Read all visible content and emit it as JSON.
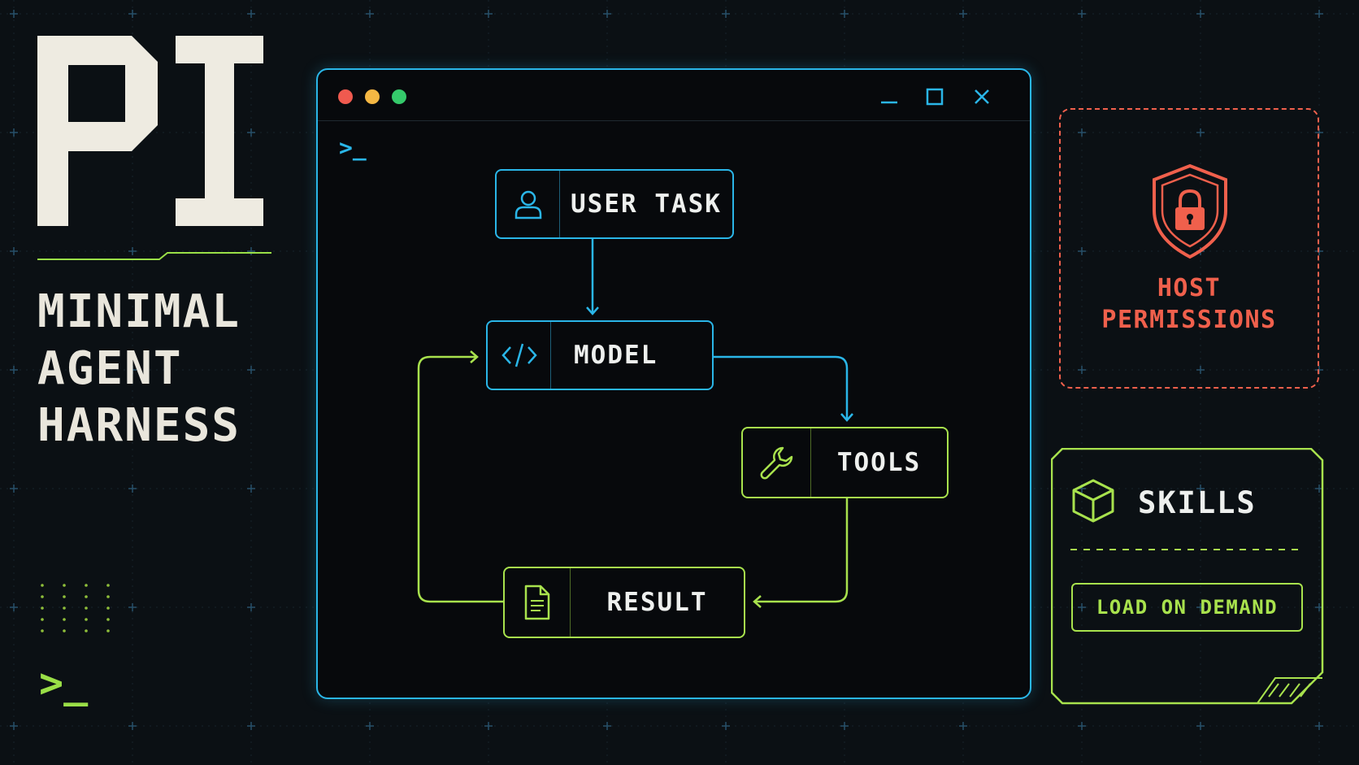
{
  "logo": {
    "text": "PI"
  },
  "title_lines": [
    "MINIMAL",
    "AGENT",
    "HARNESS"
  ],
  "left_prompt": {
    "symbol": ">",
    "cursor": "_"
  },
  "window": {
    "prompt": ">_",
    "traffic_lights": [
      "#f05a4f",
      "#f5b743",
      "#35c96b"
    ],
    "controls": {
      "minimize": "—",
      "maximize": "□",
      "close": "✕"
    }
  },
  "flow": {
    "nodes": [
      {
        "id": "user_task",
        "label": "USER TASK",
        "icon": "user-icon",
        "color": "#2ab6e8"
      },
      {
        "id": "model",
        "label": "MODEL",
        "icon": "code-icon",
        "color": "#2ab6e8"
      },
      {
        "id": "tools",
        "label": "TOOLS",
        "icon": "wrench-icon",
        "color": "#a8e24d"
      },
      {
        "id": "result",
        "label": "RESULT",
        "icon": "document-icon",
        "color": "#a8e24d"
      }
    ],
    "edges": [
      {
        "from": "user_task",
        "to": "model",
        "color": "#2ab6e8"
      },
      {
        "from": "model",
        "to": "tools",
        "color": "#2ab6e8"
      },
      {
        "from": "tools",
        "to": "result",
        "color": "#a8e24d"
      },
      {
        "from": "result",
        "to": "model",
        "color": "#a8e24d"
      }
    ]
  },
  "host": {
    "line1": "HOST",
    "line2": "PERMISSIONS",
    "icon": "shield-lock-icon",
    "color": "#f0604c"
  },
  "skills": {
    "title": "SKILLS",
    "icon": "cube-icon",
    "button": "LOAD ON DEMAND",
    "color": "#a8e24d"
  },
  "colors": {
    "background": "#0b1014",
    "accent_blue": "#2ab6e8",
    "accent_green": "#a8e24d",
    "accent_red": "#f0604c",
    "text": "#eef0ee"
  }
}
